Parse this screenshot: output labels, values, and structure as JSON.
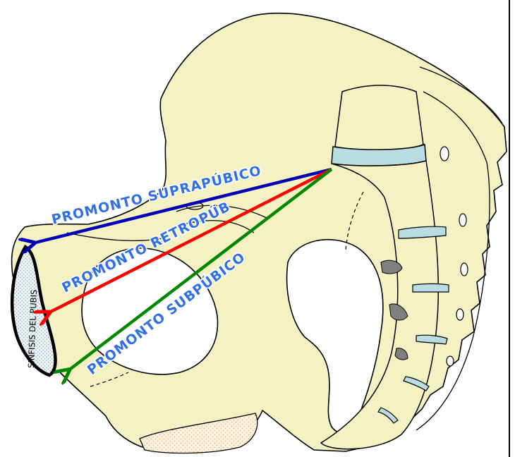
{
  "labels": {
    "suprapubico": "PROMONTO SUPRAPÚBICO",
    "retropubico": "PROMONTO RETROPÚBICO",
    "subpubico": "PROMONTO SUBPÚBICO",
    "sinfisis": "SINFISIS DEL PUBIS"
  },
  "colors": {
    "bone": "#f4f2c2",
    "disc": "#b9dde3",
    "foramen": "#808080",
    "cartilage_dots": "#f2c08a",
    "suprapubico_arrow": "#0000b4",
    "retropubico_arrow": "#ff0000",
    "subpubico_arrow": "#008800",
    "label_fill": "#2f6fe8"
  }
}
